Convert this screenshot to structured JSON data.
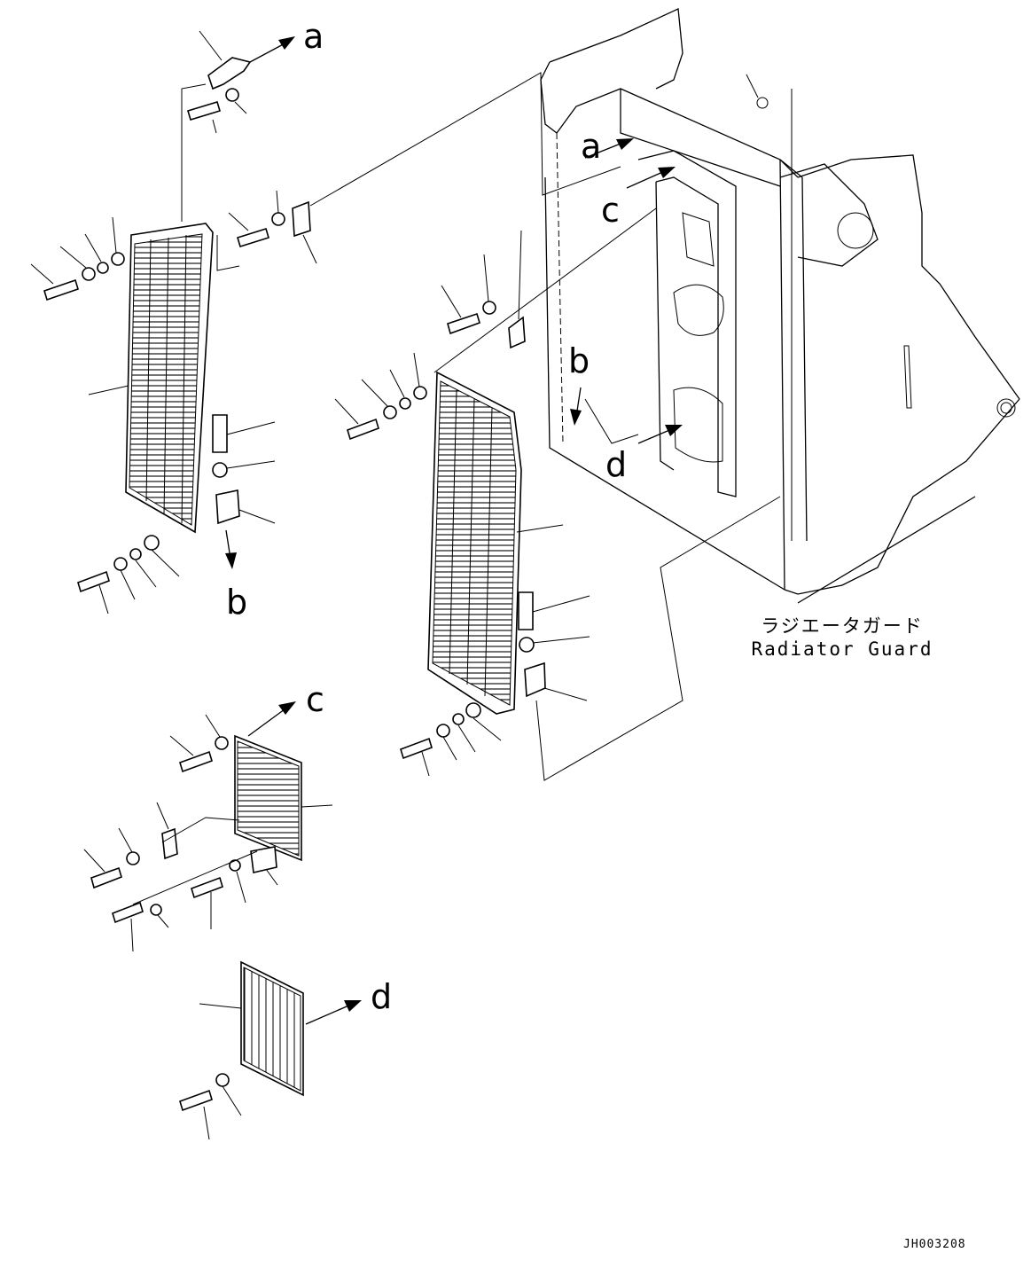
{
  "callouts": {
    "a1": "a",
    "a2": "a",
    "b1": "b",
    "b2": "b",
    "c1": "c",
    "c2": "c",
    "d1": "d",
    "d2": "d"
  },
  "caption": {
    "japanese": "ラジエータガード",
    "english": "Radiator Guard"
  },
  "document_id": "JH003208"
}
